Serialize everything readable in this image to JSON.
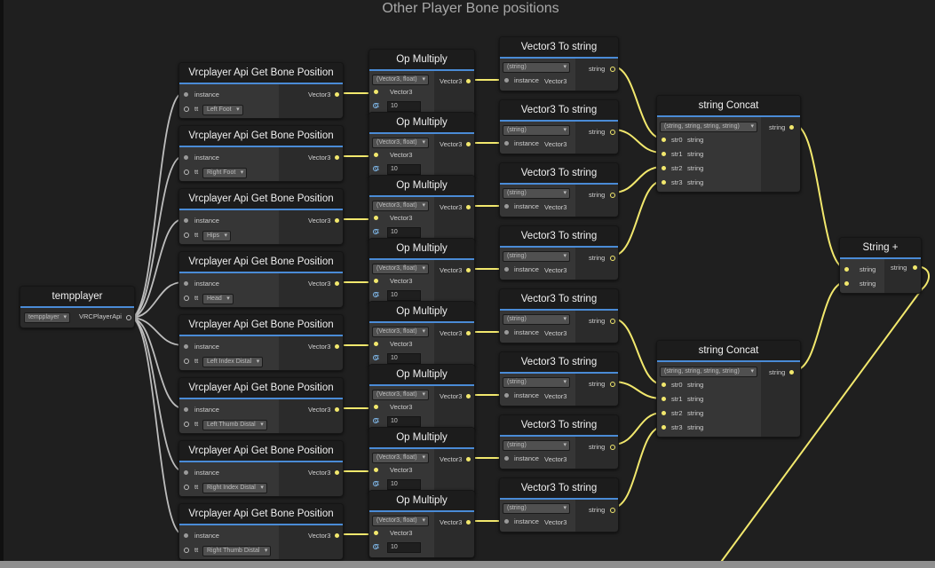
{
  "group_title": "Other Player Bone positions",
  "colors": {
    "accent": "#4a8bd6",
    "vector3_wire": "#f2e86d",
    "object_wire": "#bdbdbd"
  },
  "tempplayer": {
    "title": "tempplayer",
    "dropdown": "tempplayer",
    "output_label": "VRCPlayerApi"
  },
  "bone_nodes": [
    {
      "title": "Vrcplayer Api Get Bone Position",
      "instance_label": "instance",
      "tt_label": "tt",
      "bone": "Left Foot",
      "output_label": "Vector3"
    },
    {
      "title": "Vrcplayer Api Get Bone Position",
      "instance_label": "instance",
      "tt_label": "tt",
      "bone": "Right Foot",
      "output_label": "Vector3"
    },
    {
      "title": "Vrcplayer Api Get Bone Position",
      "instance_label": "instance",
      "tt_label": "tt",
      "bone": "Hips",
      "output_label": "Vector3"
    },
    {
      "title": "Vrcplayer Api Get Bone Position",
      "instance_label": "instance",
      "tt_label": "tt",
      "bone": "Head",
      "output_label": "Vector3"
    },
    {
      "title": "Vrcplayer Api Get Bone Position",
      "instance_label": "instance",
      "tt_label": "tt",
      "bone": "Left Index Distal",
      "output_label": "Vector3"
    },
    {
      "title": "Vrcplayer Api Get Bone Position",
      "instance_label": "instance",
      "tt_label": "tt",
      "bone": "Left Thumb Distal",
      "output_label": "Vector3"
    },
    {
      "title": "Vrcplayer Api Get Bone Position",
      "instance_label": "instance",
      "tt_label": "tt",
      "bone": "Right Index Distal",
      "output_label": "Vector3"
    },
    {
      "title": "Vrcplayer Api Get Bone Position",
      "instance_label": "instance",
      "tt_label": "tt",
      "bone": "Right Thumb Distal",
      "output_label": "Vector3"
    }
  ],
  "multiply_nodes": [
    {
      "title": "Op Multiply",
      "signature": "(Vector3, float)",
      "a_label": "Vector3",
      "b_label": "C",
      "b_value": "10",
      "output_label": "Vector3"
    },
    {
      "title": "Op Multiply",
      "signature": "(Vector3, float)",
      "a_label": "Vector3",
      "b_label": "C",
      "b_value": "10",
      "output_label": "Vector3"
    },
    {
      "title": "Op Multiply",
      "signature": "(Vector3, float)",
      "a_label": "Vector3",
      "b_label": "C",
      "b_value": "10",
      "output_label": "Vector3"
    },
    {
      "title": "Op Multiply",
      "signature": "(Vector3, float)",
      "a_label": "Vector3",
      "b_label": "C",
      "b_value": "10",
      "output_label": "Vector3"
    },
    {
      "title": "Op Multiply",
      "signature": "(Vector3, float)",
      "a_label": "Vector3",
      "b_label": "C",
      "b_value": "10",
      "output_label": "Vector3"
    },
    {
      "title": "Op Multiply",
      "signature": "(Vector3, float)",
      "a_label": "Vector3",
      "b_label": "C",
      "b_value": "10",
      "output_label": "Vector3"
    },
    {
      "title": "Op Multiply",
      "signature": "(Vector3, float)",
      "a_label": "Vector3",
      "b_label": "C",
      "b_value": "10",
      "output_label": "Vector3"
    },
    {
      "title": "Op Multiply",
      "signature": "(Vector3, float)",
      "a_label": "Vector3",
      "b_label": "C",
      "b_value": "10",
      "output_label": "Vector3"
    }
  ],
  "tostring_nodes": [
    {
      "title": "Vector3 To string",
      "signature": "(string)",
      "instance_label": "instance",
      "instance_type": "Vector3",
      "output_label": "string"
    },
    {
      "title": "Vector3 To string",
      "signature": "(string)",
      "instance_label": "instance",
      "instance_type": "Vector3",
      "output_label": "string"
    },
    {
      "title": "Vector3 To string",
      "signature": "(string)",
      "instance_label": "instance",
      "instance_type": "Vector3",
      "output_label": "string"
    },
    {
      "title": "Vector3 To string",
      "signature": "(string)",
      "instance_label": "instance",
      "instance_type": "Vector3",
      "output_label": "string"
    },
    {
      "title": "Vector3 To string",
      "signature": "(string)",
      "instance_label": "instance",
      "instance_type": "Vector3",
      "output_label": "string"
    },
    {
      "title": "Vector3 To string",
      "signature": "(string)",
      "instance_label": "instance",
      "instance_type": "Vector3",
      "output_label": "string"
    },
    {
      "title": "Vector3 To string",
      "signature": "(string)",
      "instance_label": "instance",
      "instance_type": "Vector3",
      "output_label": "string"
    },
    {
      "title": "Vector3 To string",
      "signature": "(string)",
      "instance_label": "instance",
      "instance_type": "Vector3",
      "output_label": "string"
    }
  ],
  "concat_nodes": [
    {
      "title": "string Concat",
      "signature": "(string, string, string, string)",
      "output_label": "string",
      "inputs": [
        {
          "name": "str0",
          "type": "string"
        },
        {
          "name": "str1",
          "type": "string"
        },
        {
          "name": "str2",
          "type": "string"
        },
        {
          "name": "str3",
          "type": "string"
        }
      ]
    },
    {
      "title": "string Concat",
      "signature": "(string, string, string, string)",
      "output_label": "string",
      "inputs": [
        {
          "name": "str0",
          "type": "string"
        },
        {
          "name": "str1",
          "type": "string"
        },
        {
          "name": "str2",
          "type": "string"
        },
        {
          "name": "str3",
          "type": "string"
        }
      ]
    }
  ],
  "string_plus": {
    "title": "String +",
    "inputs": [
      "string",
      "string"
    ],
    "output_label": "string"
  }
}
